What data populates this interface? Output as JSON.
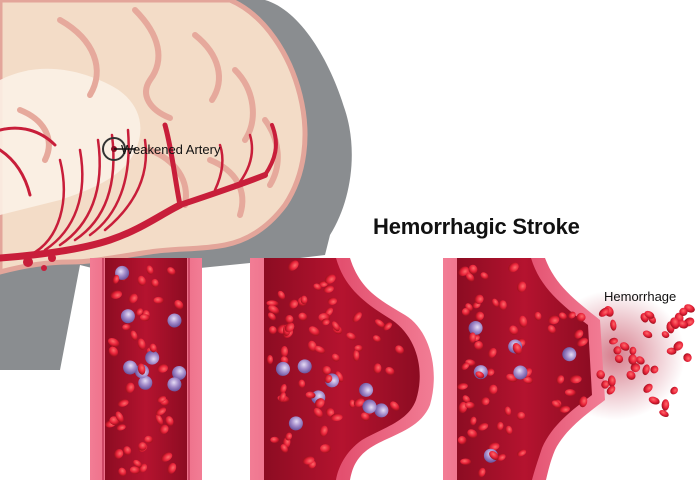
{
  "title": "Hemorrhagic Stroke",
  "labels": {
    "weakened_artery": "Weakened Artery",
    "hemorrhage": "Hemorrhage"
  },
  "panels": [
    {
      "state": "normal vessel"
    },
    {
      "state": "aneurysm bulge"
    },
    {
      "state": "ruptured vessel"
    }
  ],
  "colors": {
    "background": "#ffffff",
    "skull_gray": "#8a8d90",
    "brain_tissue": "#f3dcc7",
    "brain_outline": "#e3a59a",
    "vessel_red": "#c81e3a",
    "vessel_wall": "#e85a7a",
    "blood_cell": "#e8233a",
    "white_cell": "#9b86c4"
  }
}
